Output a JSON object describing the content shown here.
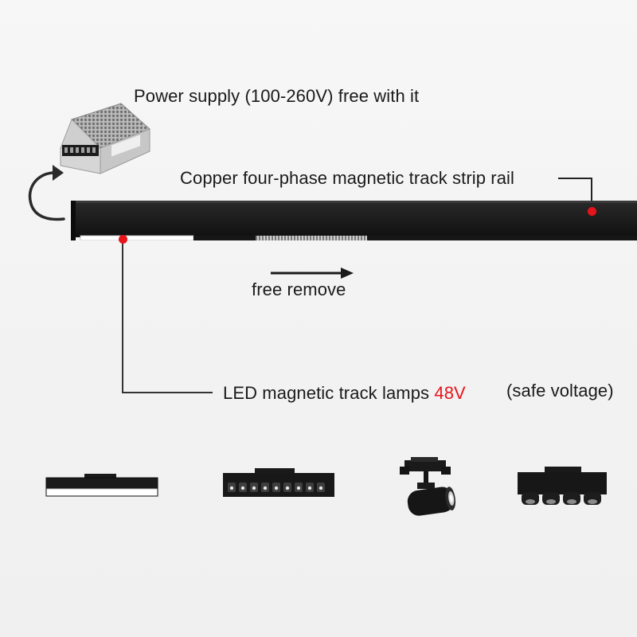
{
  "labels": {
    "power_supply": "Power supply (100-260V) free with it",
    "rail": "Copper four-phase magnetic track strip rail",
    "free_remove": "free remove",
    "lamps_prefix": "LED magnetic track lamps ",
    "lamps_voltage": "48V",
    "lamps_suffix": "(safe voltage)"
  },
  "colors": {
    "marker_dot": "#e8141c",
    "voltage_text": "#e8141c",
    "rail": "#151515",
    "text": "#1a1a1a"
  },
  "icons": {
    "power_supply": "power-supply-unit-image",
    "rotate": "curved-arrow-icon",
    "direction": "right-arrow-icon"
  },
  "products": [
    {
      "name": "linear-floodlight-lamp"
    },
    {
      "name": "grille-spotlight-lamp"
    },
    {
      "name": "spotlight-lamp"
    },
    {
      "name": "four-head-grille-lamp"
    }
  ]
}
